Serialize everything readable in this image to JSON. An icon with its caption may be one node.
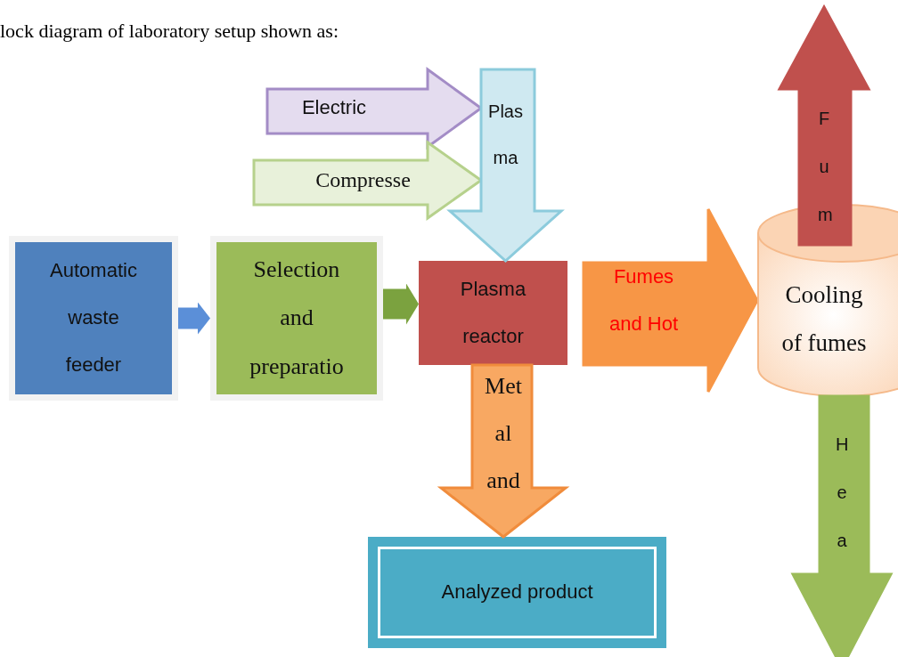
{
  "diagram": {
    "title": "lock diagram of laboratory setup shown as:",
    "nodes": [
      {
        "text": [
          "Electric"
        ]
      },
      {
        "text": [
          "Compresse"
        ]
      },
      {
        "text": [
          "Plas ma"
        ]
      },
      {
        "text": [
          "Automatic waste feeder"
        ]
      },
      {
        "text": [
          "Selection and preparatio"
        ]
      },
      {
        "text": [
          "Plasma reactor"
        ]
      },
      {
        "text": [
          "Fumes and Hot"
        ]
      },
      {
        "text": [
          "Cooling of fumes"
        ]
      },
      {
        "text": [
          "Fum"
        ]
      },
      {
        "text": [
          "Met al and"
        ]
      },
      {
        "text": [
          "Analyzed product"
        ]
      },
      {
        "text": [
          "Hea"
        ]
      }
    ],
    "edges": [
      {
        "from": 3,
        "to": 4,
        "arrow": "to",
        "color": "#5b8fd8"
      },
      {
        "from": 4,
        "to": 5,
        "arrow": "to",
        "color": "#7ba23f"
      },
      {
        "from": null,
        "to": 2,
        "arrow": "to",
        "color": "#a38cc6"
      },
      {
        "from": null,
        "to": 2,
        "arrow": "to",
        "color": "#b6d18c"
      },
      {
        "from": null,
        "to": 5,
        "arrow": "to",
        "color": "#8ccbdc"
      },
      {
        "from": 5,
        "to": 7,
        "arrow": "to",
        "color": "#f79646"
      },
      {
        "from": 7,
        "to": null,
        "arrow": "to",
        "color": "#c0504d"
      },
      {
        "from": 5,
        "to": 10,
        "arrow": "to",
        "color": "#f08c3c"
      },
      {
        "from": 7,
        "to": null,
        "arrow": "to",
        "color": "#9bbb59"
      }
    ]
  }
}
